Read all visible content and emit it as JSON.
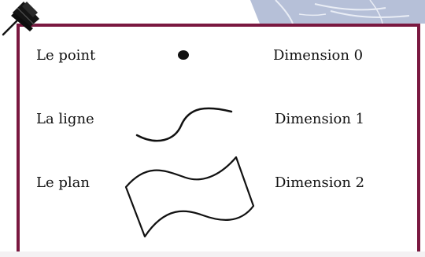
{
  "rows": [
    {
      "term": "Le point",
      "dimension": "Dimension 0",
      "shape": "point-dot"
    },
    {
      "term": "La ligne",
      "dimension": "Dimension 1",
      "shape": "curve-line"
    },
    {
      "term": "Le plan",
      "dimension": "Dimension 2",
      "shape": "wavy-plane"
    }
  ],
  "colors": {
    "frame": "#7a1840",
    "ink": "#111111",
    "globe": "#b4bfd6",
    "pin": "#141414"
  },
  "icons": [
    "push-pin-icon"
  ]
}
